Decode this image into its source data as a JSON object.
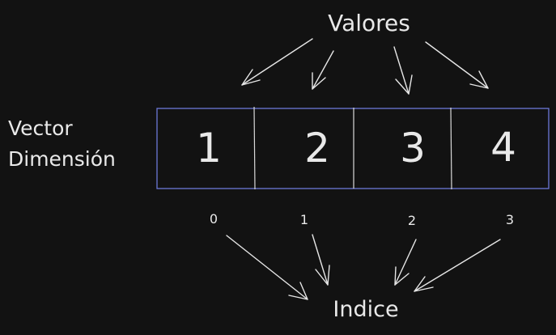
{
  "title_values": "Valores",
  "left_label": {
    "line1": "Vector",
    "line2": "Dimensión"
  },
  "vector": {
    "values": [
      "1",
      "2",
      "3",
      "4"
    ],
    "indices": [
      "0",
      "1",
      "2",
      "3"
    ]
  },
  "bottom_label": "Indice",
  "colors": {
    "background": "#121212",
    "text": "#e9e9e9",
    "box_border": "#6c78d8",
    "cell_divider": "#d9d9d9"
  }
}
